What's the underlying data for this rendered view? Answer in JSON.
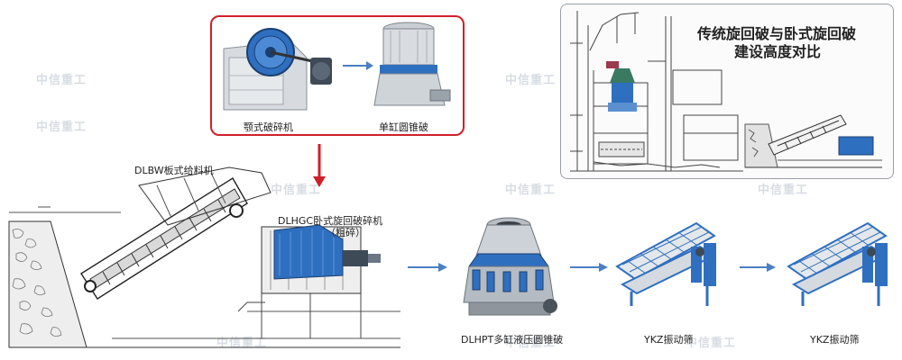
{
  "top_box": {
    "jaw_label": "颚式破碎机",
    "cone_label": "单缸圆锥破"
  },
  "comparison_box": {
    "title_line1": "传统旋回破与卧式旋回破",
    "title_line2": "建设高度对比"
  },
  "flow": {
    "feeder_label": "DLBW板式给料机",
    "gyratory_label_line1": "DLHGC卧式旋回破碎机",
    "gyratory_label_line2": "（粗碎）",
    "cone_crusher_label": "DLHPT多缸液压圆锥破",
    "screen1_label": "YKZ振动筛",
    "screen2_label": "YKZ振动筛"
  },
  "watermark": "中信重工",
  "colors": {
    "red_frame": "#d0202a",
    "arrow_blue": "#4a7fc1",
    "machine_blue": "#2f6fc0",
    "drawing_line": "#444444"
  }
}
